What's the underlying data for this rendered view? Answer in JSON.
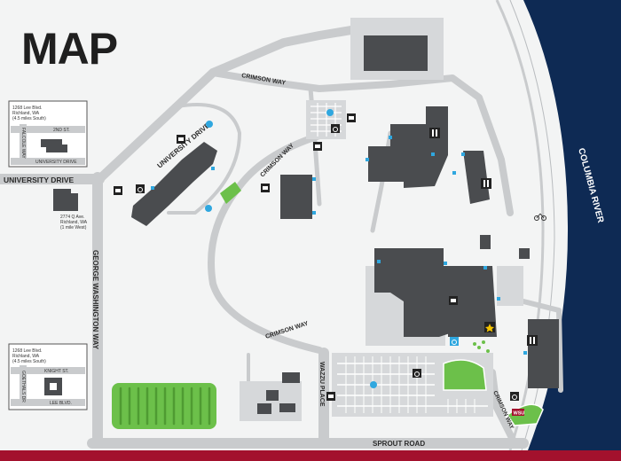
{
  "map": {
    "title": "MAP",
    "river": "COLUMBIA RIVER",
    "roads": {
      "university_drive": "UNIVERSITY DRIVE",
      "university_drive_diag": "UNIVERSITY DRIVE",
      "crimson_way_top": "CRIMSON WAY",
      "crimson_way_mid": "CRIMSON WAY",
      "crimson_way_low": "CRIMSON WAY",
      "crimson_way_right": "CRIMSON WAY",
      "george_washington_way": "GEORGE WASHINGTON WAY",
      "wazzu_place": "WAZZU PLACE",
      "sprout_road": "SPROUT ROAD"
    },
    "inset_top": {
      "address_lines": [
        "1268 Lee Blvd.",
        "Richland, WA",
        "(4.5 miles South)"
      ],
      "street_h": "2ND ST.",
      "street_v": "FALCOLE WAY",
      "street_bottom": "UNIVERSITY DRIVE"
    },
    "offsite_mid": {
      "address_lines": [
        "2774 Q Ave.",
        "Richland, WA",
        "(1 mile West)"
      ]
    },
    "inset_bottom": {
      "address_lines": [
        "1268 Lee Blvd.",
        "Richland, WA",
        "(4.5 miles South)"
      ],
      "street_h": "KNIGHT ST.",
      "street_v": "GOETHALS DR",
      "street_bottom": "LEE BLVD."
    },
    "wsu_badge": "WSU",
    "colors": {
      "river": "#0e2a54",
      "building": "#4a4c4f",
      "road": "#c9cbcd",
      "green": "#6cc04a",
      "accent_red": "#a3112d",
      "entrance": "#2fa7df"
    }
  }
}
